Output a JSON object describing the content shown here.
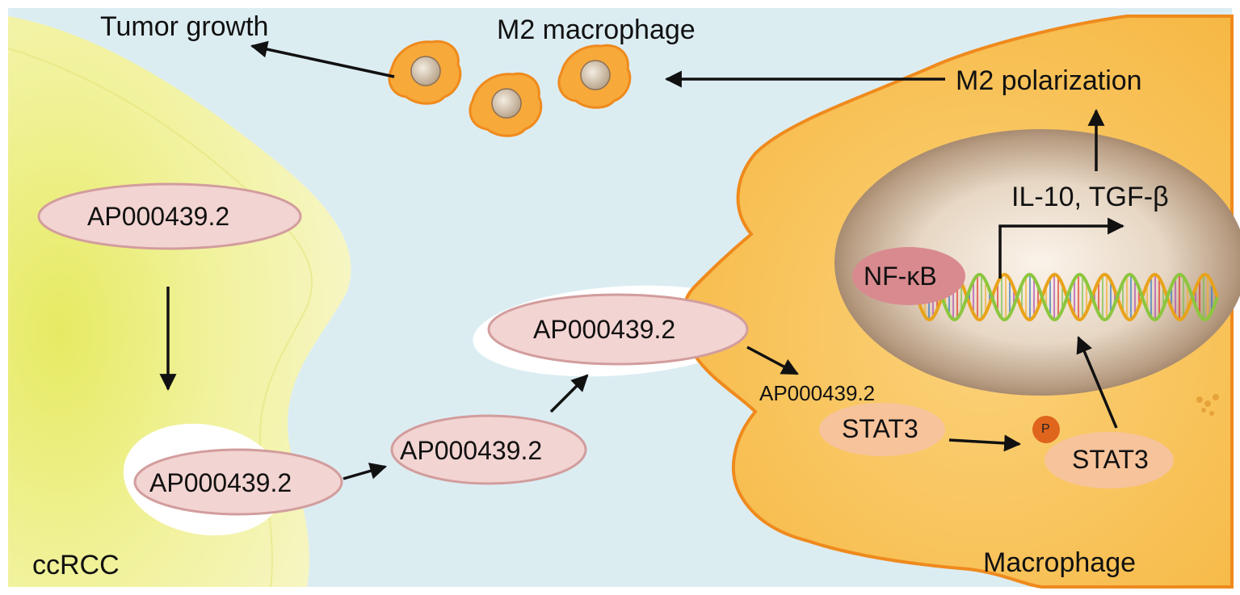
{
  "labels": {
    "tumor_growth": "Tumor growth",
    "m2_macrophage": "M2 macrophage",
    "m2_polarization": "M2 polarization",
    "cytokines": "IL-10, TGF-β",
    "nfkb": "NF-κB",
    "ap_tumor_top": "AP000439.2",
    "ap_exosome": "AP000439.2",
    "ap_extracellular_1": "AP000439.2",
    "ap_extracellular_2": "AP000439.2",
    "ap_intracellular": "AP000439.2",
    "stat3_unphos": "STAT3",
    "phospho": "P",
    "stat3_phos": "STAT3",
    "ccrcc": "ccRCC",
    "macrophage": "Macrophage"
  },
  "colors": {
    "background": "#dcedf2",
    "tumor": "#f0ef9a",
    "macrophage_cell": "#f8c455",
    "macrophage_outline": "#ef8a1d",
    "nucleus": "#a8896d",
    "rna_pill": "#f2d4d2",
    "rna_pill_border": "#d29d9d",
    "stat3_pill": "#f7c39b",
    "nfkb_pill": "#d98a8f",
    "phospho": "#e0651c"
  }
}
